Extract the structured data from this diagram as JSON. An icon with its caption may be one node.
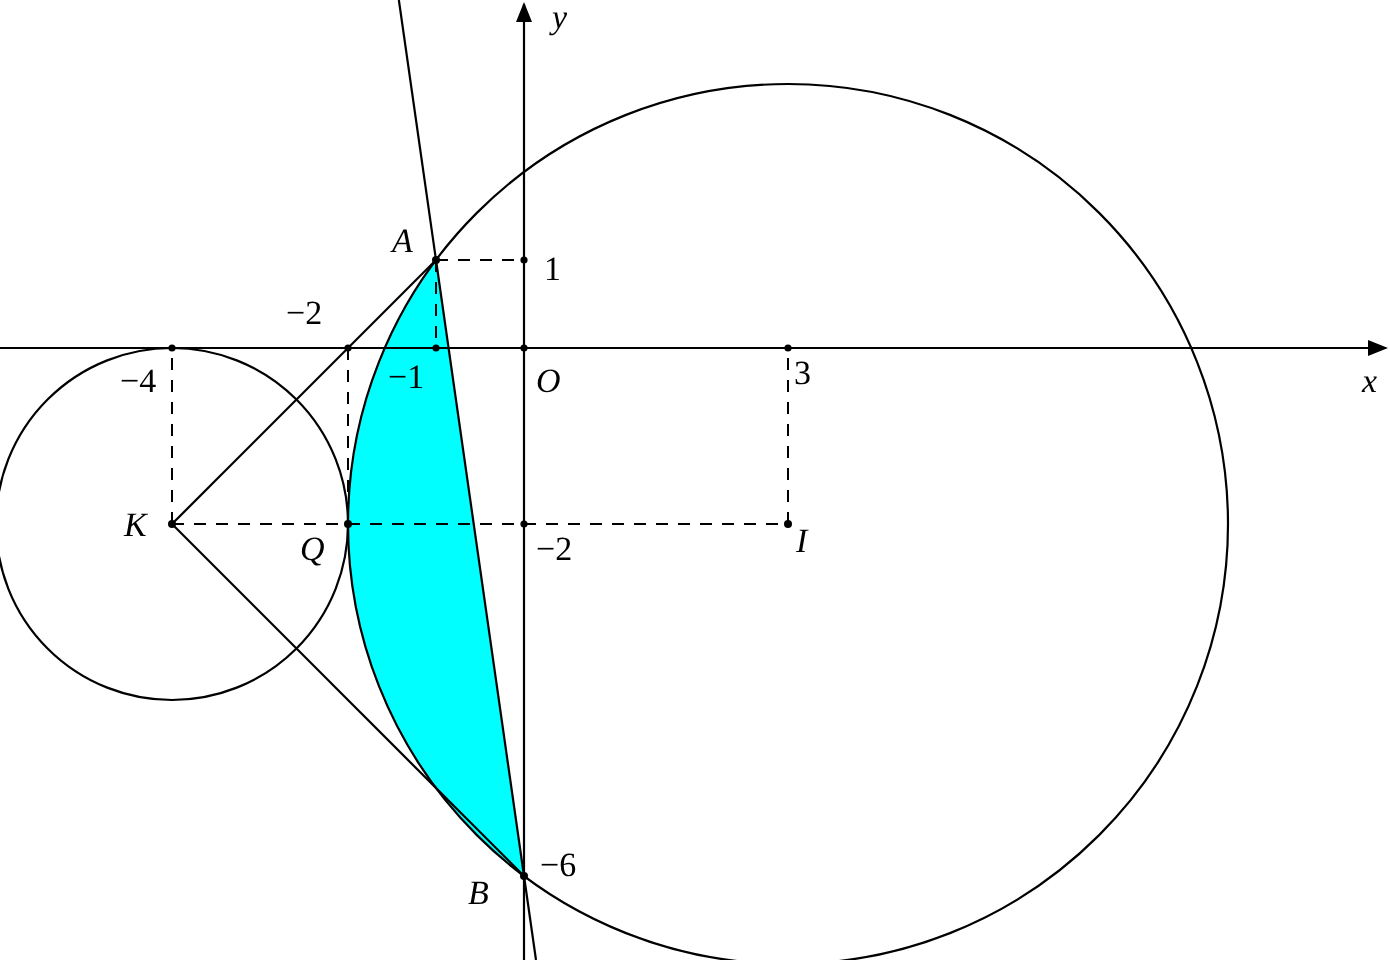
{
  "diagram": {
    "nodes": [
      {
        "text": [
          "A"
        ]
      },
      {
        "text": [
          "K"
        ]
      },
      {
        "text": [
          "B"
        ]
      },
      {
        "text": [
          "Q"
        ]
      },
      {
        "text": [
          "I"
        ]
      }
    ],
    "edges": [
      {
        "from": 1,
        "to": 0,
        "arrow": "none"
      },
      {
        "from": 1,
        "to": 2,
        "arrow": "none"
      },
      {
        "from": 0,
        "to": 2,
        "arrow": "none"
      }
    ],
    "labels": [
      "y",
      "1",
      "−2",
      "x",
      "−4",
      "−1",
      "O",
      "3",
      "−2",
      "−6"
    ]
  }
}
